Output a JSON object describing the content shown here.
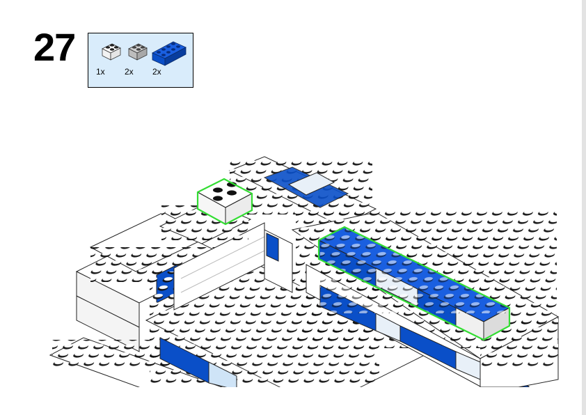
{
  "step": {
    "number": "27"
  },
  "parts": [
    {
      "qty": "1x",
      "color_name": "white",
      "color": "#ffffff",
      "size": "2x2"
    },
    {
      "qty": "2x",
      "color_name": "light-gray",
      "color": "#c8c8c8",
      "size": "2x2"
    },
    {
      "qty": "2x",
      "color_name": "blue",
      "color": "#0a4fc8",
      "size": "2x4"
    }
  ],
  "colors": {
    "parts_box_bg": "#d9ecfb",
    "highlight": "#33dd33",
    "brick_blue": "#0a4fc8",
    "brick_white": "#ffffff",
    "transparent_clear": "#e8f0f8"
  }
}
